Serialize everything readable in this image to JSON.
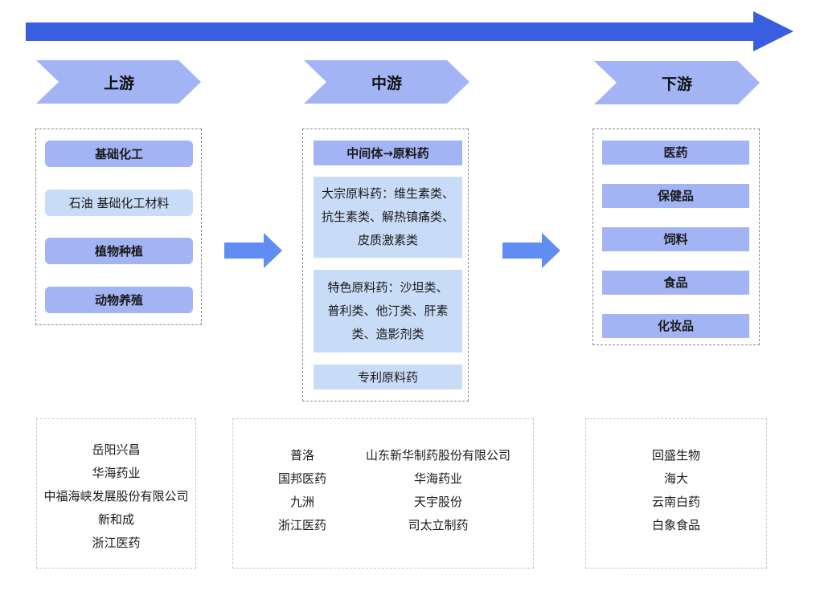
{
  "colors": {
    "arrow_blue": "#3a5ee0",
    "chevron": "#a3b4f5",
    "mid_arrow": "#5f8df2",
    "pale_box": "#c9dcf7"
  },
  "stages": [
    {
      "title": "上游",
      "items": [
        "基础化工",
        "石油  基础化工材料",
        "植物种植",
        "动物养殖"
      ],
      "companies": [
        "岳阳兴昌",
        "华海药业",
        "中福海峡发展股份有限公司",
        "新和成",
        "浙江医药"
      ]
    },
    {
      "title": "中游",
      "items": [
        "中间体→原料药",
        [
          "大宗原料药：维生素类、",
          "抗生素类、解热镇痛类、",
          "皮质激素类"
        ],
        [
          "特色原料药：沙坦类、",
          "普利类、他汀类、肝素",
          "类、造影剂类"
        ],
        "专利原料药"
      ],
      "companies_left": [
        "普洛",
        "国邦医药",
        "九洲",
        "浙江医药"
      ],
      "companies_right": [
        "山东新华制药股份有限公司",
        "华海药业",
        "天宇股份",
        "司太立制药"
      ]
    },
    {
      "title": "下游",
      "items": [
        "医药",
        "保健品",
        "饲料",
        "食品",
        "化妆品"
      ],
      "companies": [
        "回盛生物",
        "海大",
        "云南白药",
        "白象食品"
      ]
    }
  ]
}
